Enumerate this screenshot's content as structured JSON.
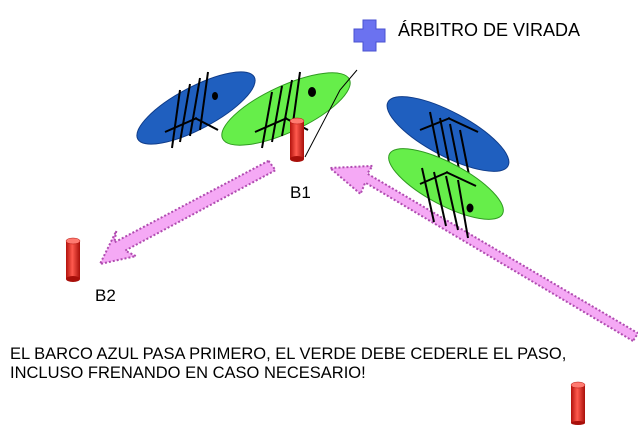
{
  "legend": {
    "label": "ÁRBITRO DE VIRADA",
    "icon": "cross-icon",
    "color": "#6b72f0"
  },
  "buoys": {
    "b1": "B1",
    "b2": "B2"
  },
  "caption": "EL BARCO AZUL PASA PRIMERO, EL VERDE DEBE CEDERLE EL PASO, INCLUSO FRENANDO EN CASO NECESARIO!",
  "colors": {
    "blue_boat": "#1f5fbf",
    "green_boat": "#66ee4a",
    "buoy": "#e8261e",
    "arrow": "#f5a9f5"
  }
}
